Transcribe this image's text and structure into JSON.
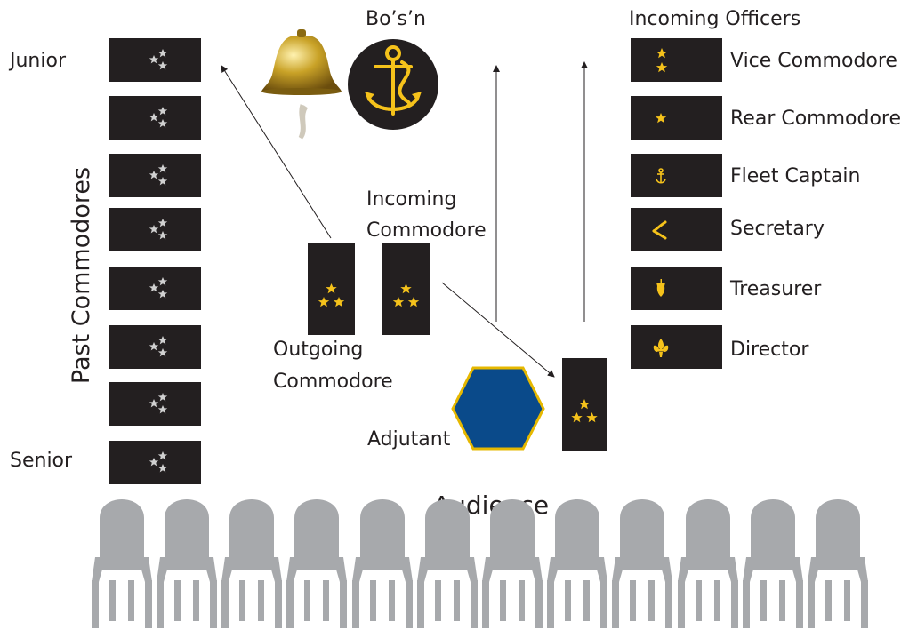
{
  "labels": {
    "junior": "Junior",
    "senior": "Senior",
    "past_commodores": "Past Commodores",
    "bosun": "Bo’s’n",
    "incoming_officers": "Incoming Officers",
    "incoming_commodore_1": "Incoming",
    "incoming_commodore_2": "Commodore",
    "outgoing_commodore_1": "Outgoing",
    "outgoing_commodore_2": "Commodore",
    "adjutant": "Adjutant",
    "audience": "Audience"
  },
  "officers": [
    {
      "title": "Vice Commodore",
      "insignia": "two-stars-icon"
    },
    {
      "title": "Rear Commodore",
      "insignia": "star-icon"
    },
    {
      "title": "Fleet Captain",
      "insignia": "anchor-icon"
    },
    {
      "title": "Secretary",
      "insignia": "crossed-pens-icon"
    },
    {
      "title": "Treasurer",
      "insignia": "acorn-icon"
    },
    {
      "title": "Director",
      "insignia": "fleur-de-lis-icon"
    }
  ],
  "past_commodore_flags": 8,
  "audience_chairs": 12,
  "colors": {
    "flag": "#231f20",
    "gold": "#f5c21b",
    "silver": "#d0d0d0",
    "adjutant": "#0a4a8a",
    "adjutant_border": "#e6b800",
    "chair": "#a7a9ac",
    "bell": "#c9a227"
  }
}
